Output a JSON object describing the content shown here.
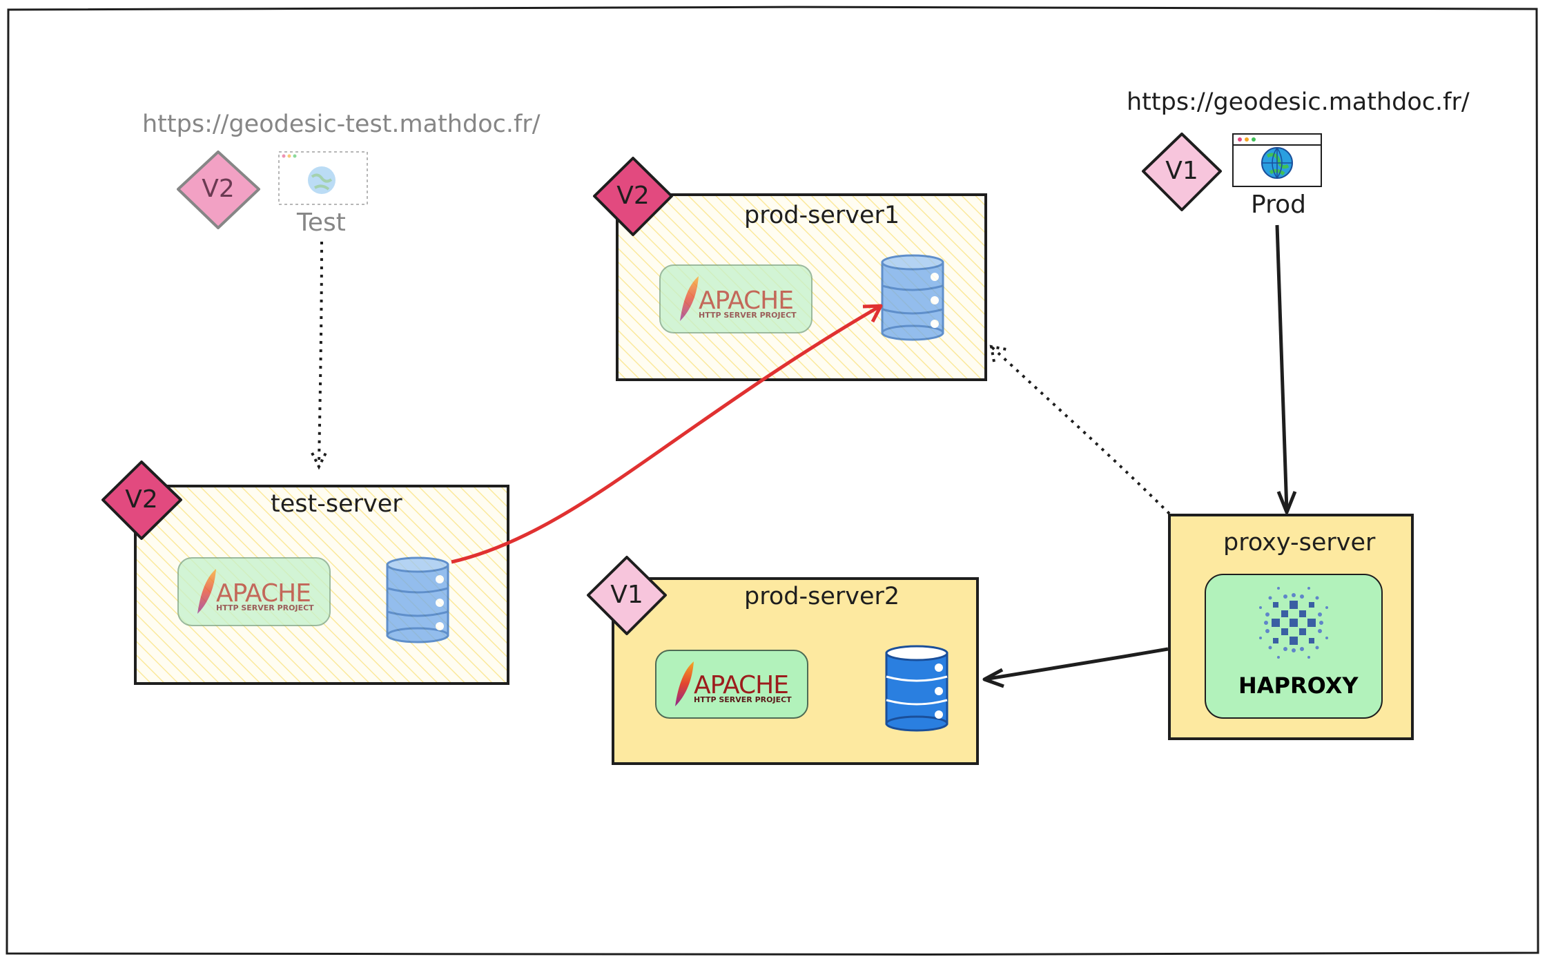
{
  "urls": {
    "test": "https://geodesic-test.mathdoc.fr/",
    "prod": "https://geodesic.mathdoc.fr/"
  },
  "captions": {
    "test": "Test",
    "prod": "Prod"
  },
  "badges": {
    "test_url": "V2",
    "prod_url": "V1",
    "prod_server1": "V2",
    "test_server": "V2",
    "prod_server2": "V1"
  },
  "servers": {
    "prod_server1": "prod-server1",
    "test_server": "test-server",
    "prod_server2": "prod-server2",
    "proxy_server": "proxy-server"
  },
  "logos": {
    "apache_word": "APACHE",
    "apache_sub": "HTTP SERVER PROJECT",
    "haproxy": "HAPROXY"
  },
  "colors": {
    "badge_light_pink": "#f7c5dc",
    "badge_dark_pink": "#e24a7f",
    "badge_faded_pink": "#f2a1c4",
    "box_yellow": "#fde9a0",
    "hatch_yellow": "#fbe99c",
    "logo_green": "#b2f2bb",
    "db_blue": "#2a7fe0",
    "db_faded_blue": "#7fb1ee",
    "arrow_red": "#e03131",
    "stroke": "#1e1e1e",
    "faded_text": "#868686"
  }
}
